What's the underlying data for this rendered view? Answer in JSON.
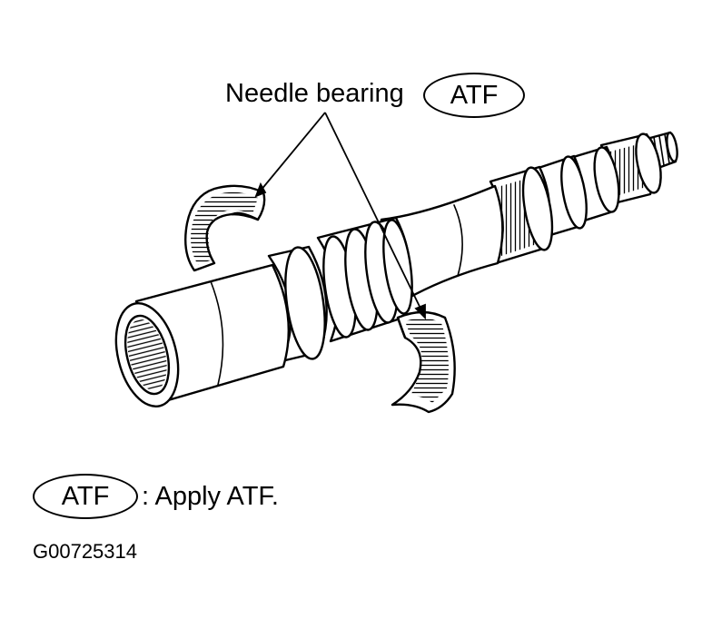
{
  "callout": {
    "label": "Needle bearing",
    "badge": "ATF"
  },
  "legend": {
    "badge": "ATF",
    "text": ": Apply ATF."
  },
  "figure_code": "G00725314",
  "colors": {
    "ink": "#000000",
    "paper": "#ffffff"
  }
}
